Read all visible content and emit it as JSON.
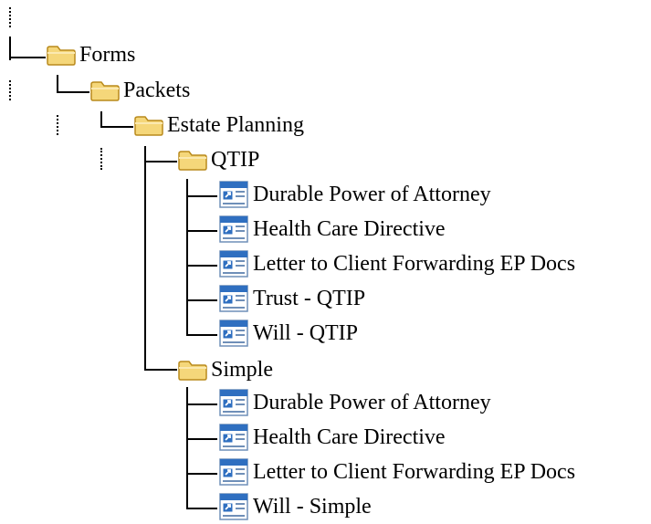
{
  "tree": {
    "root": {
      "label": "Forms",
      "icon": "folder-icon",
      "children": {
        "packets": {
          "label": "Packets",
          "icon": "folder-icon",
          "children": {
            "estate_planning": {
              "label": "Estate Planning",
              "icon": "folder-icon",
              "children": {
                "qtip": {
                  "label": "QTIP",
                  "icon": "folder-icon",
                  "items": [
                    {
                      "label": "Durable Power of Attorney",
                      "icon": "form-shortcut-icon"
                    },
                    {
                      "label": "Health Care Directive",
                      "icon": "form-shortcut-icon"
                    },
                    {
                      "label": "Letter to Client Forwarding EP Docs",
                      "icon": "form-shortcut-icon"
                    },
                    {
                      "label": "Trust - QTIP",
                      "icon": "form-shortcut-icon"
                    },
                    {
                      "label": "Will - QTIP",
                      "icon": "form-shortcut-icon"
                    }
                  ]
                },
                "simple": {
                  "label": "Simple",
                  "icon": "folder-icon",
                  "items": [
                    {
                      "label": "Durable Power of Attorney",
                      "icon": "form-shortcut-icon"
                    },
                    {
                      "label": "Health Care Directive",
                      "icon": "form-shortcut-icon"
                    },
                    {
                      "label": "Letter to Client Forwarding EP Docs",
                      "icon": "form-shortcut-icon"
                    },
                    {
                      "label": "Will - Simple",
                      "icon": "form-shortcut-icon"
                    }
                  ]
                }
              }
            }
          }
        }
      }
    },
    "colors": {
      "folder_fill": "#f5d77a",
      "folder_edge": "#b98a1c",
      "doc_blue": "#2f6fc0",
      "doc_frame": "#6f8fb8"
    }
  }
}
